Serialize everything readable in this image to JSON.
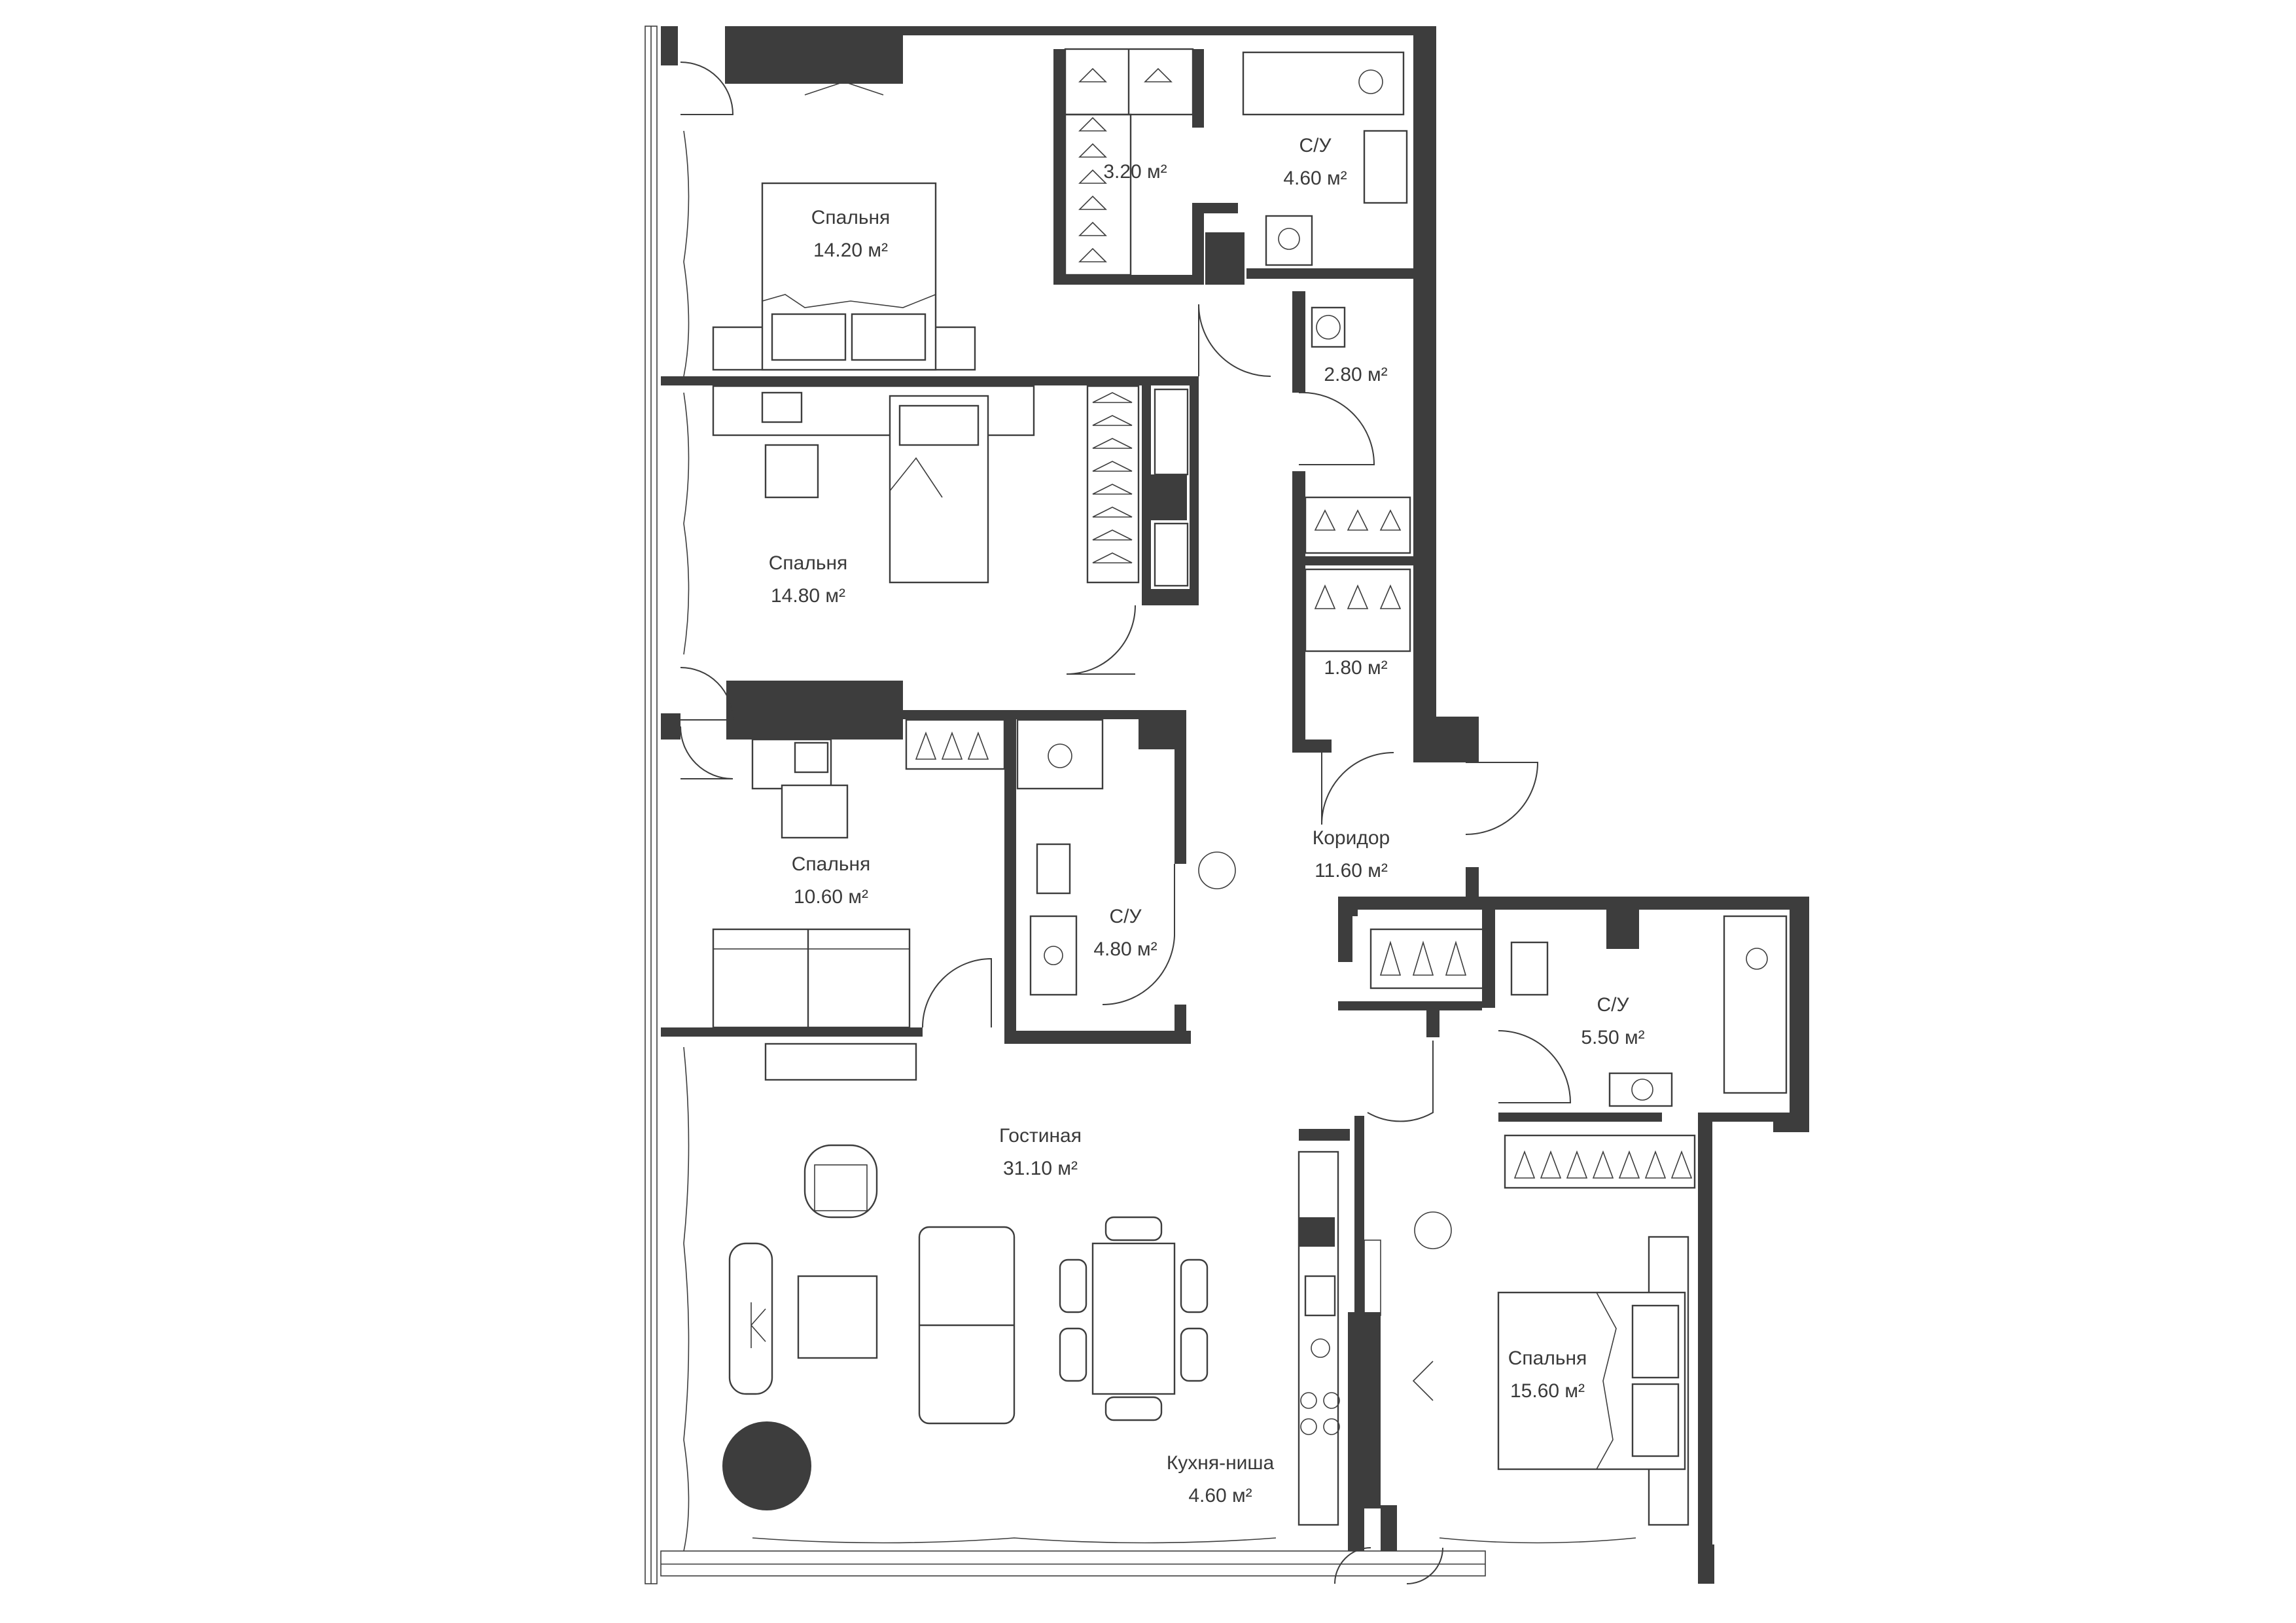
{
  "rooms": [
    {
      "id": "bedroom-1",
      "name": "Спальня",
      "area": "14.20 м²"
    },
    {
      "id": "closet-1",
      "name": "",
      "area": "3.20 м²"
    },
    {
      "id": "bathroom-1",
      "name": "С/У",
      "area": "4.60 м²"
    },
    {
      "id": "laundry",
      "name": "",
      "area": "2.80 м²"
    },
    {
      "id": "bedroom-2",
      "name": "Спальня",
      "area": "14.80 м²"
    },
    {
      "id": "closet-2",
      "name": "",
      "area": "1.80 м²"
    },
    {
      "id": "corridor",
      "name": "Коридор",
      "area": "11.60 м²"
    },
    {
      "id": "bedroom-3",
      "name": "Спальня",
      "area": "10.60 м²"
    },
    {
      "id": "bathroom-2",
      "name": "С/У",
      "area": "4.80 м²"
    },
    {
      "id": "bathroom-3",
      "name": "С/У",
      "area": "5.50 м²"
    },
    {
      "id": "living-room",
      "name": "Гостиная",
      "area": "31.10 м²"
    },
    {
      "id": "kitchen-niche",
      "name": "Кухня-ниша",
      "area": "4.60 м²"
    },
    {
      "id": "bedroom-4",
      "name": "Спальня",
      "area": "15.60 м²"
    }
  ],
  "colors": {
    "wall": "#3d3d3d",
    "background": "#ffffff",
    "text": "#3a3a3a"
  }
}
